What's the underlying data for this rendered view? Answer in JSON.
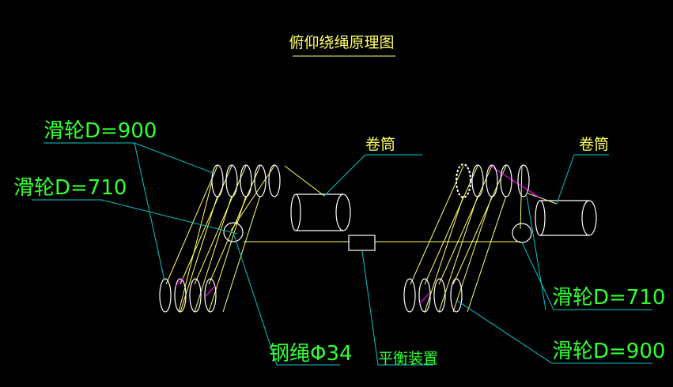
{
  "title": "俯仰绕绳原理图",
  "labels": {
    "pulley_900_left": "滑轮D=900",
    "pulley_710_left": "滑轮D=710",
    "drum_left": "卷筒",
    "drum_right": "卷筒",
    "pulley_710_right": "滑轮D=710",
    "pulley_900_right": "滑轮D=900",
    "rope": "钢绳Φ34",
    "balance": "平衡装置"
  },
  "colors": {
    "background": "#000000",
    "outline": "#ffffff",
    "rope": "#ffff66",
    "leader": "#00c8c8",
    "label": "#33ff33",
    "title": "#ffff66",
    "magenta": "#ff00ff"
  }
}
